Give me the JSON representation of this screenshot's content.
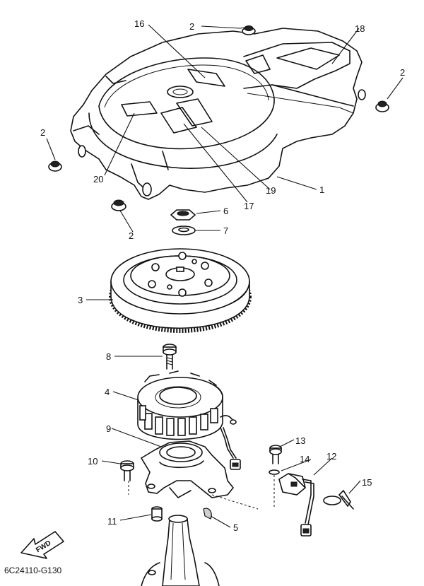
{
  "diagram": {
    "callouts": {
      "c16": "16",
      "c2_top": "2",
      "c18": "18",
      "c2_right": "2",
      "c2_left": "2",
      "c20": "20",
      "c19": "19",
      "c1": "1",
      "c17": "17",
      "c6": "6",
      "c7": "7",
      "c2_bottom": "2",
      "c3": "3",
      "c8": "8",
      "c4": "4",
      "c9": "9",
      "c13": "13",
      "c10": "10",
      "c14": "14",
      "c12": "12",
      "c15": "15",
      "c11": "11",
      "c5": "5"
    },
    "fwd_label": "FWD",
    "drawing_code": "6C24110-G130"
  }
}
